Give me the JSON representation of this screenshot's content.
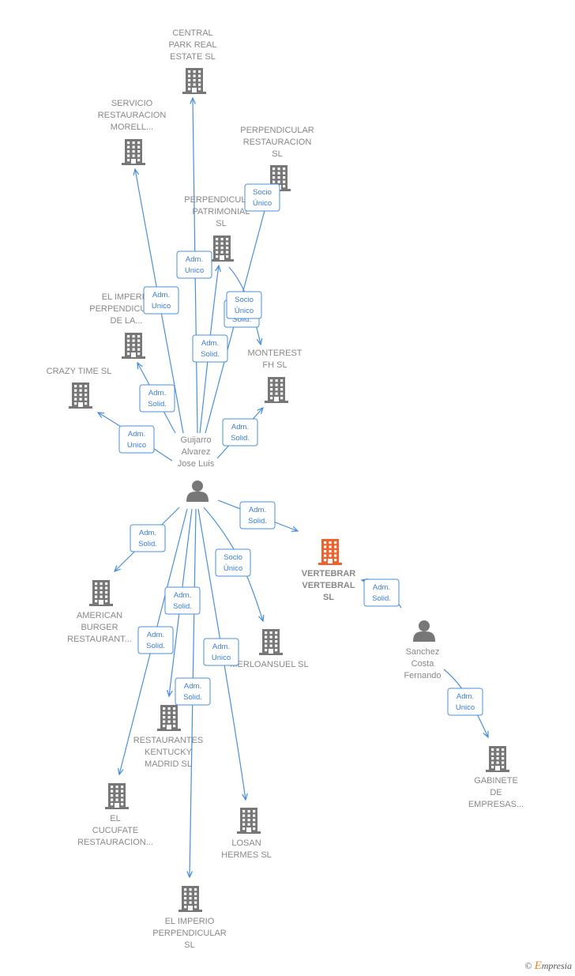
{
  "nodes": [
    {
      "id": "central_park",
      "type": "company",
      "lines": [
        "CENTRAL",
        "PARK REAL",
        "ESTATE  SL"
      ]
    },
    {
      "id": "servicio",
      "type": "company",
      "lines": [
        "SERVICIO",
        "RESTAURACION",
        "MORELL..."
      ]
    },
    {
      "id": "perp_rest",
      "type": "company",
      "lines": [
        "PERPENDICULAR",
        "RESTAURACION",
        "SL"
      ]
    },
    {
      "id": "perp_patr",
      "type": "company",
      "lines": [
        "PERPENDICULAR",
        "PATRIMONIAL",
        "SL"
      ]
    },
    {
      "id": "el_imperio_la",
      "type": "company",
      "lines": [
        "EL IMPERIO",
        "PERPENDICULAR",
        "DE LA..."
      ]
    },
    {
      "id": "monterest",
      "type": "company",
      "lines": [
        "MONTEREST",
        "FH  SL"
      ]
    },
    {
      "id": "crazy_time",
      "type": "company",
      "lines": [
        "CRAZY TIME SL"
      ]
    },
    {
      "id": "guijarro",
      "type": "person",
      "lines": [
        "Guijarro",
        "Alvarez",
        "Jose Luis"
      ]
    },
    {
      "id": "vertebrar",
      "type": "company",
      "focus": true,
      "lines": [
        "VERTEBRAR",
        "VERTEBRAL",
        "SL"
      ]
    },
    {
      "id": "american",
      "type": "company",
      "lines": [
        "AMERICAN",
        "BURGER",
        "RESTAURANT..."
      ]
    },
    {
      "id": "merloansuel",
      "type": "company",
      "lines": [
        "MERLOANSUEL SL"
      ]
    },
    {
      "id": "sanchez",
      "type": "person",
      "lines": [
        "Sanchez",
        "Costa",
        "Fernando"
      ]
    },
    {
      "id": "restaurantes_kentucky",
      "type": "company",
      "lines": [
        "RESTAURANTES",
        "KENTUCKY",
        "MADRID  SL"
      ]
    },
    {
      "id": "gabinete",
      "type": "company",
      "lines": [
        "GABINETE",
        "DE",
        "EMPRESAS..."
      ]
    },
    {
      "id": "el_cucufate",
      "type": "company",
      "lines": [
        "EL",
        "CUCUFATE",
        "RESTAURACION..."
      ]
    },
    {
      "id": "losan",
      "type": "company",
      "lines": [
        "LOSAN",
        "HERMES SL"
      ]
    },
    {
      "id": "el_imperio_sl",
      "type": "company",
      "lines": [
        "EL IMPERIO",
        "PERPENDICULAR",
        "SL"
      ]
    }
  ],
  "edges": [
    {
      "from": "guijarro",
      "to": "central_park",
      "label": [
        "Adm.",
        "Unico"
      ]
    },
    {
      "from": "guijarro",
      "to": "servicio",
      "label": [
        "Adm.",
        "Unico"
      ]
    },
    {
      "from": "guijarro",
      "to": "perp_rest",
      "label": [
        "Socio",
        "Único"
      ]
    },
    {
      "from": "guijarro",
      "to": "perp_patr",
      "label": [
        "Adm.",
        "Solid."
      ]
    },
    {
      "from": "perp_patr",
      "to": "monterest",
      "label": [
        "Socio",
        "Único"
      ],
      "overlay_label": [
        "Adm.",
        "Solid."
      ]
    },
    {
      "from": "guijarro",
      "to": "el_imperio_la",
      "label": [
        "Adm.",
        "Solid."
      ]
    },
    {
      "from": "guijarro",
      "to": "crazy_time",
      "label": [
        "Adm.",
        "Unico"
      ]
    },
    {
      "from": "guijarro",
      "to": "monterest",
      "label": [
        "Adm.",
        "Solid."
      ]
    },
    {
      "from": "guijarro",
      "to": "vertebrar",
      "label": [
        "Adm.",
        "Solid."
      ]
    },
    {
      "from": "guijarro",
      "to": "american",
      "label": [
        "Adm.",
        "Solid."
      ]
    },
    {
      "from": "guijarro",
      "to": "merloansuel",
      "label": [
        "Socio",
        "Único"
      ]
    },
    {
      "from": "guijarro",
      "to": "restaurantes_kentucky",
      "label": [
        "Adm.",
        "Solid."
      ]
    },
    {
      "from": "guijarro",
      "to": "el_cucufate",
      "label": [
        "Adm.",
        "Solid."
      ]
    },
    {
      "from": "guijarro",
      "to": "losan",
      "label": [
        "Adm.",
        "Unico"
      ]
    },
    {
      "from": "guijarro",
      "to": "el_imperio_sl",
      "label": [
        "Adm.",
        "Solid."
      ]
    },
    {
      "from": "sanchez",
      "to": "vertebrar",
      "label": [
        "Adm.",
        "Solid."
      ]
    },
    {
      "from": "sanchez",
      "to": "gabinete",
      "label": [
        "Adm.",
        "Unico"
      ]
    }
  ],
  "colors": {
    "edge": "#4a90d9",
    "label_text": "#3a7fcf",
    "node_icon": "#777777",
    "focus_icon": "#f0622d",
    "node_text": "#888888"
  },
  "brand": {
    "symbol": "©",
    "initial": "E",
    "rest": "mpresia"
  }
}
